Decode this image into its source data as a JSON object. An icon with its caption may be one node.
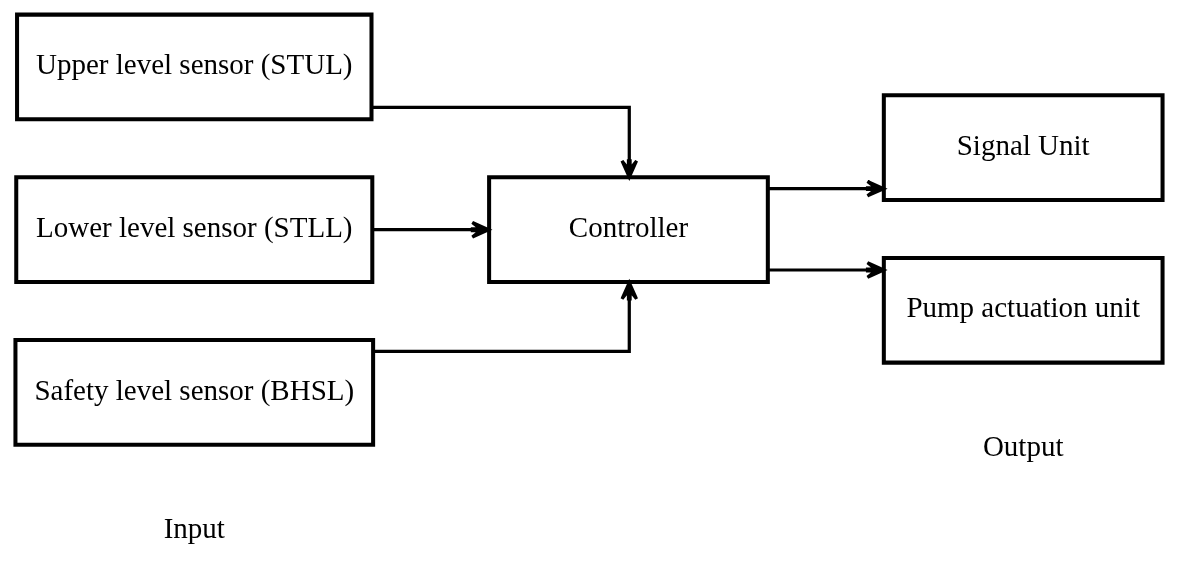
{
  "diagram": {
    "nodes": [
      {
        "text": [
          "Upper level sensor (STUL)"
        ]
      },
      {
        "text": [
          "Lower level sensor (STLL)"
        ]
      },
      {
        "text": [
          "Safety level sensor (BHSL)"
        ]
      },
      {
        "text": [
          "Controller"
        ]
      },
      {
        "text": [
          "Signal Unit"
        ]
      },
      {
        "text": [
          "Pump actuation unit"
        ]
      }
    ],
    "edges": [
      {
        "from": 0,
        "to": 3,
        "arrow": "to"
      },
      {
        "from": 1,
        "to": 3,
        "arrow": "to"
      },
      {
        "from": 2,
        "to": 3,
        "arrow": "to"
      },
      {
        "from": 3,
        "to": 4,
        "arrow": "to"
      },
      {
        "from": 3,
        "to": 5,
        "arrow": "to"
      }
    ],
    "labels": [
      "Input",
      "Output"
    ]
  }
}
